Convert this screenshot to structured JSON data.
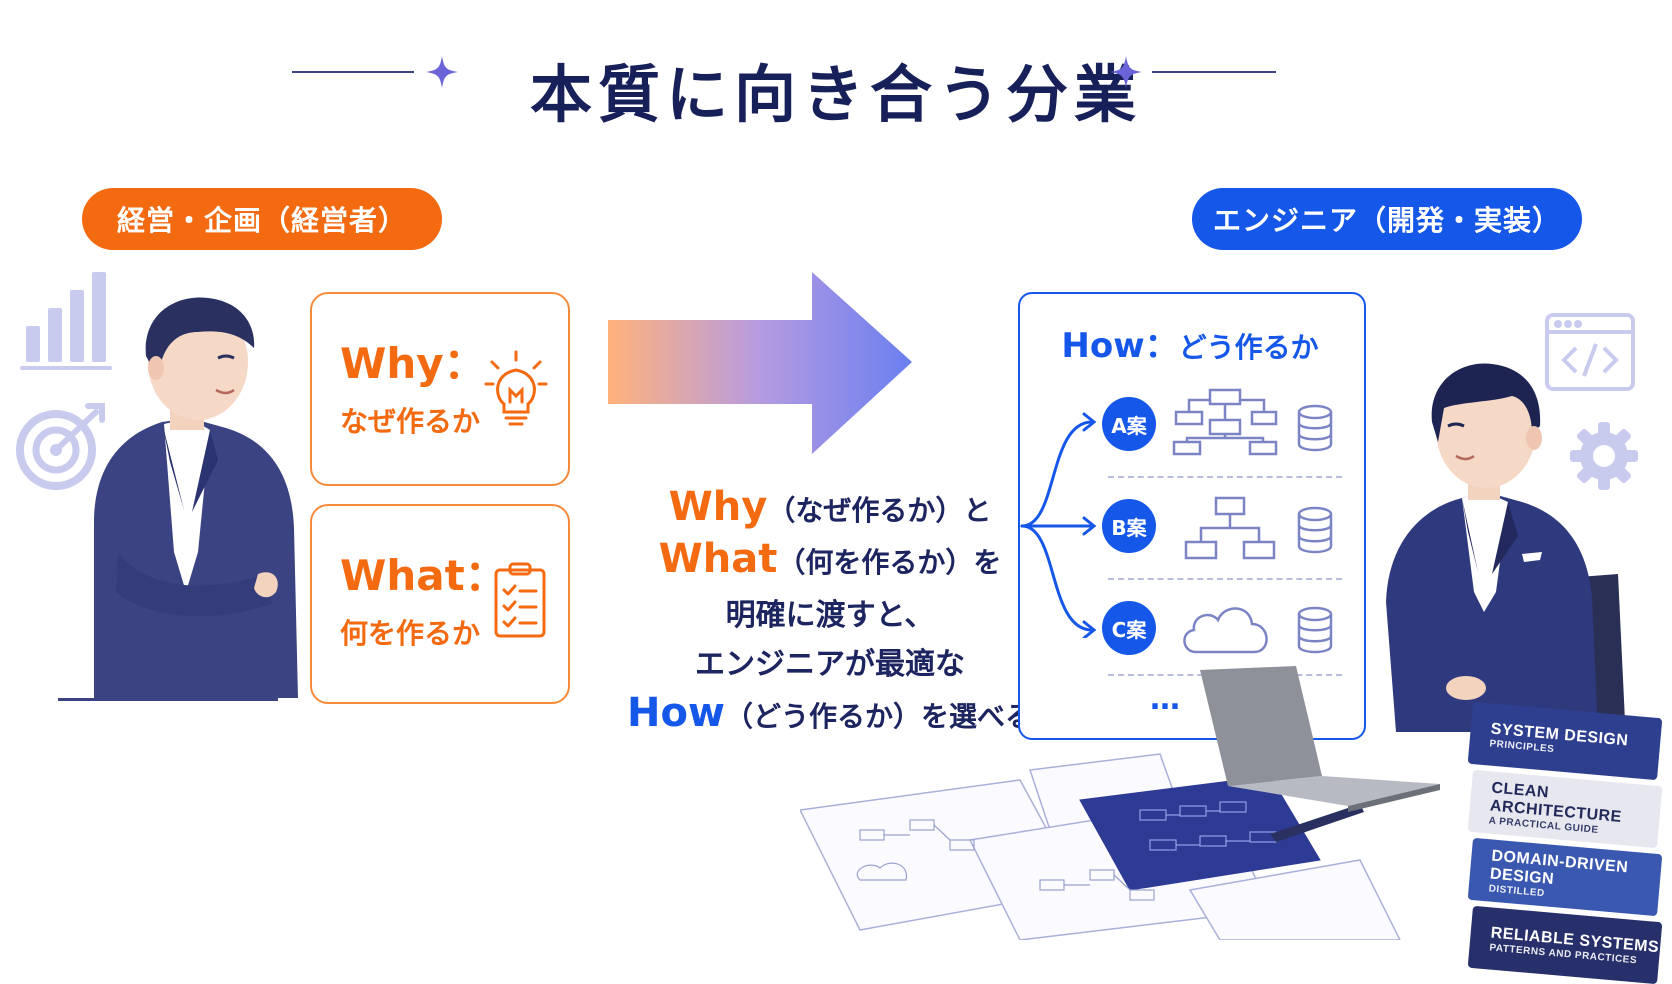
{
  "title": "本質に向き合う分業",
  "labels": {
    "management": "経営・企画（経営者）",
    "engineer": "エンジニア（開発・実装）"
  },
  "why_card": {
    "heading": "Why：",
    "sub": "なぜ作るか"
  },
  "what_card": {
    "heading": "What：",
    "sub": "何を作るか"
  },
  "middle": {
    "line1_key": "Why",
    "line1_rest": "（なぜ作るか）と",
    "line2_key": "What",
    "line2_rest": "（何を作るか）を",
    "line3": "明確に渡すと、",
    "line4": "エンジニアが最適な",
    "line5_key": "How",
    "line5_rest": "（どう作るか）を選べる"
  },
  "how_box": {
    "heading": "How：",
    "sub": "どう作るか",
    "options": [
      "A案",
      "B案",
      "C案"
    ],
    "more": "…"
  },
  "books": [
    {
      "title": "SYSTEM DESIGN",
      "subtitle": "PRINCIPLES"
    },
    {
      "title": "CLEAN ARCHITECTURE",
      "subtitle": "A PRACTICAL GUIDE"
    },
    {
      "title": "DOMAIN-DRIVEN DESIGN",
      "subtitle": "DISTILLED"
    },
    {
      "title": "RELIABLE SYSTEMS",
      "subtitle": "PATTERNS AND PRACTICES"
    }
  ],
  "colors": {
    "navy": "#18205a",
    "orange": "#f36a10",
    "blue": "#1557e8",
    "lavender": "#c9cbee",
    "suit": "#3b4383"
  },
  "icons": [
    "bar-chart-icon",
    "target-icon",
    "lightbulb-icon",
    "checklist-icon",
    "code-window-icon",
    "gear-icon",
    "flowchart-icon",
    "database-icon",
    "cloud-icon"
  ]
}
